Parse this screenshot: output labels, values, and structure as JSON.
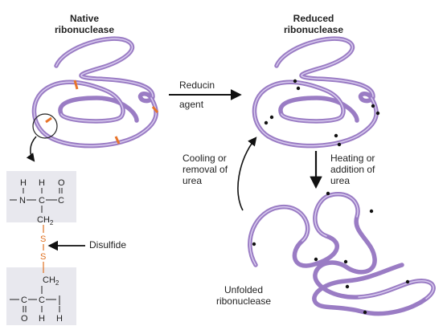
{
  "labels": {
    "native_title_1": "Native",
    "native_title_2": "ribonuclease",
    "reduced_title_1": "Reduced",
    "reduced_title_2": "ribonuclease",
    "reducing_agent_1": "Reducin",
    "reducing_agent_2": "agent",
    "cooling_1": "Cooling or",
    "cooling_2": "removal of",
    "cooling_3": "urea",
    "heating_1": "Heating or",
    "heating_2": "addition of",
    "heating_3": "urea",
    "unfolded_1": "Unfolded",
    "unfolded_2": "ribonuclease",
    "disulfide": "Disulfide"
  },
  "chem": {
    "H": "H",
    "O": "O",
    "N": "N",
    "C": "C",
    "S": "S",
    "CH": "CH",
    "sub2": "2"
  },
  "colors": {
    "chain": "#9a7cc4",
    "chain_light": "#c7b3e3",
    "disulfide_bond": "#e8742a",
    "sulfur_text": "#e07020",
    "box_bg": "#e8e8ee",
    "arrow": "#111111"
  }
}
